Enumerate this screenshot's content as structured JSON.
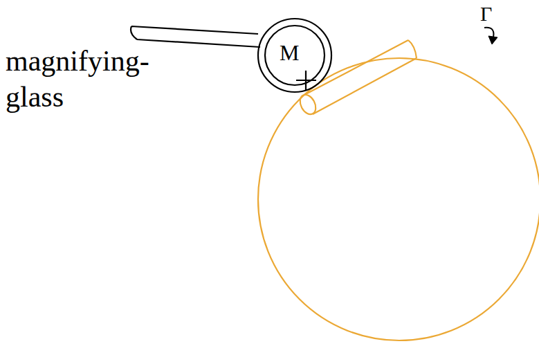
{
  "diagram": {
    "nodes": [
      {
        "text": [
          "M"
        ]
      }
    ],
    "labels": [
      "magnifying- glass",
      "Γ"
    ]
  }
}
